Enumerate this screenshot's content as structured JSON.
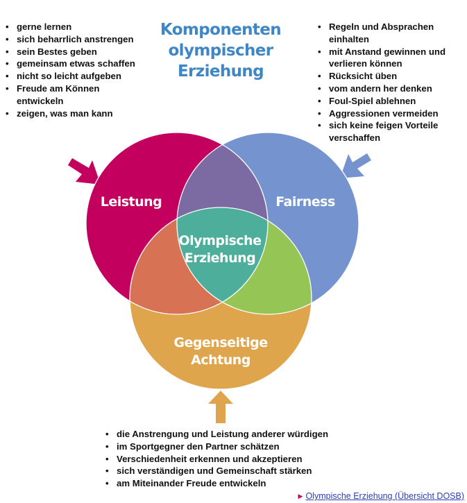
{
  "title": {
    "line1": "Komponenten",
    "line2": "olympischer",
    "line3": "Erziehung"
  },
  "colors": {
    "title": "#3d87c6",
    "leistung": "#c4005f",
    "fairness": "#7594cf",
    "achtung": "#dea54c",
    "leistung_fairness": "#7c6ba2",
    "leistung_achtung": "#d77254",
    "fairness_achtung": "#95c655",
    "center": "#4daf9b",
    "link": "#2a3fb7",
    "link_arrow": "#c4005f"
  },
  "circles": {
    "leistung": "Leistung",
    "fairness": "Fairness",
    "achtung_line1": "Gegenseitige",
    "achtung_line2": "Achtung",
    "center_line1": "Olympische",
    "center_line2": "Erziehung"
  },
  "lists": {
    "leistung": [
      "gerne lernen",
      "sich beharrlich anstrengen",
      "sein Bestes geben",
      "gemeinsam etwas schaffen",
      "nicht so leicht aufgeben",
      "Freude am Können entwickeln",
      "zeigen, was man kann"
    ],
    "fairness": [
      "Regeln und Absprachen einhalten",
      "mit Anstand gewinnen und verlieren können",
      "Rücksicht üben",
      "vom andern her denken",
      "Foul-Spiel ablehnen",
      "Aggressionen vermeiden",
      "sich keine feigen Vorteile verschaffen"
    ],
    "achtung": [
      "die Anstrengung und Leistung anderer würdigen",
      "im Sportgegner den Partner schätzen",
      "Verschiedenheit erkennen und akzeptieren",
      "sich verständigen und Gemeinschaft stärken",
      "am Miteinander Freude entwickeln"
    ]
  },
  "link": {
    "arrow_icon": "triangle-right-icon",
    "label": "Olympische Erziehung (Übersicht DOSB)"
  }
}
